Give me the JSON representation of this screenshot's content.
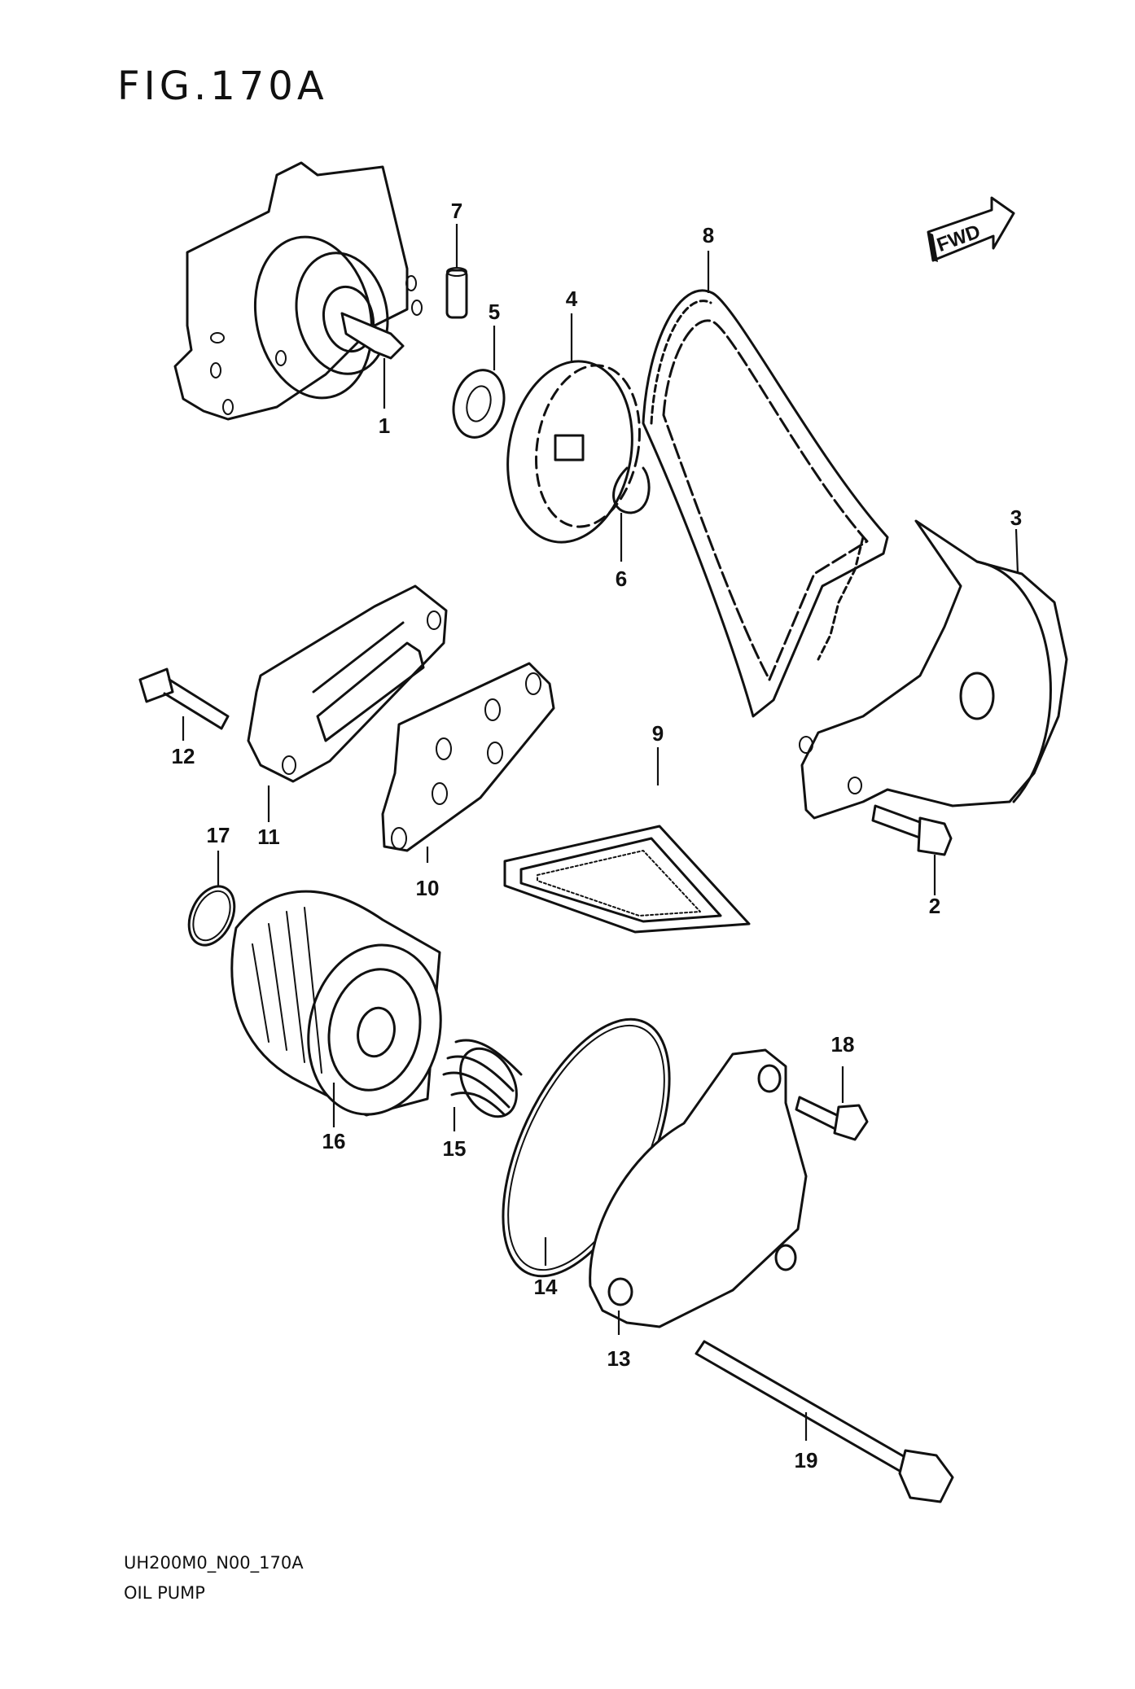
{
  "figure_title": "FIG.170A",
  "fwd_label": "FWD",
  "footer": {
    "code": "UH200M0_N00_170A",
    "name": "OIL PUMP"
  },
  "callouts": [
    "1",
    "2",
    "3",
    "4",
    "5",
    "6",
    "7",
    "8",
    "9",
    "10",
    "11",
    "12",
    "13",
    "14",
    "15",
    "16",
    "17",
    "18",
    "19"
  ]
}
